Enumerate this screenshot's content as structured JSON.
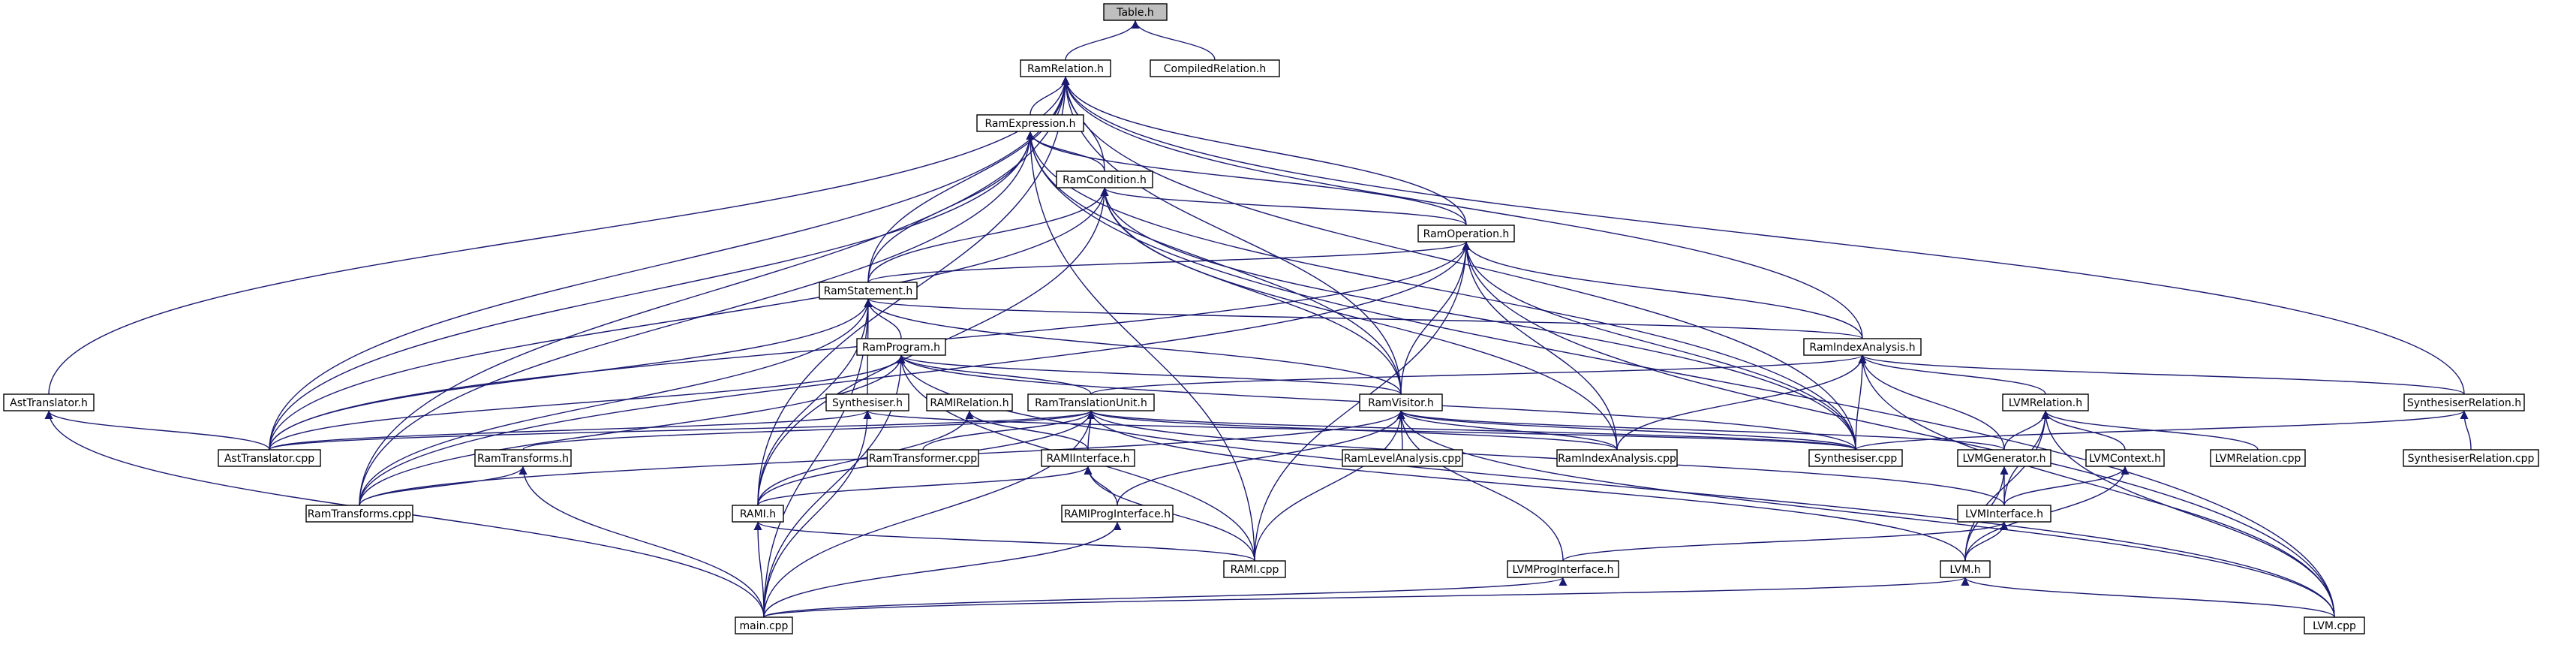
{
  "nodes": [
    {
      "id": "table_h",
      "label": "Table.h",
      "root": true
    },
    {
      "id": "compiledrelation_h",
      "label": "CompiledRelation.h"
    },
    {
      "id": "ramrelation_h",
      "label": "RamRelation.h"
    },
    {
      "id": "ramexpression_h",
      "label": "RamExpression.h"
    },
    {
      "id": "ramcondition_h",
      "label": "RamCondition.h"
    },
    {
      "id": "ramoperation_h",
      "label": "RamOperation.h"
    },
    {
      "id": "ramstatement_h",
      "label": "RamStatement.h"
    },
    {
      "id": "ramindexanalysis_h",
      "label": "RamIndexAnalysis.h"
    },
    {
      "id": "ramprogram_h",
      "label": "RamProgram.h"
    },
    {
      "id": "ramvisitor_h",
      "label": "RamVisitor.h"
    },
    {
      "id": "asttranslator_h",
      "label": "AstTranslator.h"
    },
    {
      "id": "synthesiser_h",
      "label": "Synthesiser.h"
    },
    {
      "id": "ramirelation_h",
      "label": "RAMIRelation.h"
    },
    {
      "id": "ramtranslationunit_h",
      "label": "RamTranslationUnit.h"
    },
    {
      "id": "lvmrelation_h",
      "label": "LVMRelation.h"
    },
    {
      "id": "synthesiserrelation_h",
      "label": "SynthesiserRelation.h"
    },
    {
      "id": "asttranslator_cpp",
      "label": "AstTranslator.cpp"
    },
    {
      "id": "ramtransforms_h",
      "label": "RamTransforms.h"
    },
    {
      "id": "ramtransformer_cpp",
      "label": "RamTransformer.cpp"
    },
    {
      "id": "ramiinterface_h",
      "label": "RAMIInterface.h"
    },
    {
      "id": "ramlevelanalysis_cpp",
      "label": "RamLevelAnalysis.cpp"
    },
    {
      "id": "ramindexanalysis_cpp",
      "label": "RamIndexAnalysis.cpp"
    },
    {
      "id": "synthesiser_cpp",
      "label": "Synthesiser.cpp"
    },
    {
      "id": "lvmgenerator_h",
      "label": "LVMGenerator.h"
    },
    {
      "id": "lvmcontext_h",
      "label": "LVMContext.h"
    },
    {
      "id": "lvmrelation_cpp",
      "label": "LVMRelation.cpp"
    },
    {
      "id": "synthesiserrelation_cpp",
      "label": "SynthesiserRelation.cpp"
    },
    {
      "id": "ramtransforms_cpp",
      "label": "RamTransforms.cpp"
    },
    {
      "id": "rami_h",
      "label": "RAMI.h"
    },
    {
      "id": "ramiproginterface_h",
      "label": "RAMIProgInterface.h"
    },
    {
      "id": "lvminterface_h",
      "label": "LVMInterface.h"
    },
    {
      "id": "rami_cpp",
      "label": "RAMI.cpp"
    },
    {
      "id": "lvmproginterface_h",
      "label": "LVMProgInterface.h"
    },
    {
      "id": "lvm_h",
      "label": "LVM.h"
    },
    {
      "id": "main_cpp",
      "label": "main.cpp"
    },
    {
      "id": "lvm_cpp",
      "label": "LVM.cpp"
    }
  ],
  "edges": [
    [
      "compiledrelation_h",
      "table_h"
    ],
    [
      "ramrelation_h",
      "table_h"
    ],
    [
      "ramexpression_h",
      "ramrelation_h"
    ],
    [
      "ramcondition_h",
      "ramrelation_h"
    ],
    [
      "ramoperation_h",
      "ramrelation_h"
    ],
    [
      "ramstatement_h",
      "ramrelation_h"
    ],
    [
      "ramindexanalysis_h",
      "ramrelation_h"
    ],
    [
      "ramvisitor_h",
      "ramrelation_h"
    ],
    [
      "asttranslator_h",
      "ramrelation_h"
    ],
    [
      "synthesiserrelation_h",
      "ramrelation_h"
    ],
    [
      "asttranslator_cpp",
      "ramrelation_h"
    ],
    [
      "ramtransforms_cpp",
      "ramrelation_h"
    ],
    [
      "rami_h",
      "ramrelation_h"
    ],
    [
      "synthesiser_cpp",
      "ramrelation_h"
    ],
    [
      "ramcondition_h",
      "ramexpression_h"
    ],
    [
      "ramoperation_h",
      "ramexpression_h"
    ],
    [
      "ramstatement_h",
      "ramexpression_h"
    ],
    [
      "ramvisitor_h",
      "ramexpression_h"
    ],
    [
      "asttranslator_cpp",
      "ramexpression_h"
    ],
    [
      "ramtransforms_cpp",
      "ramexpression_h"
    ],
    [
      "rami_cpp",
      "ramexpression_h"
    ],
    [
      "synthesiser_cpp",
      "ramexpression_h"
    ],
    [
      "lvm_cpp",
      "ramexpression_h"
    ],
    [
      "ramoperation_h",
      "ramcondition_h"
    ],
    [
      "ramstatement_h",
      "ramcondition_h"
    ],
    [
      "ramvisitor_h",
      "ramcondition_h"
    ],
    [
      "asttranslator_cpp",
      "ramcondition_h"
    ],
    [
      "rami_h",
      "ramcondition_h"
    ],
    [
      "ramindexanalysis_cpp",
      "ramcondition_h"
    ],
    [
      "synthesiser_cpp",
      "ramcondition_h"
    ],
    [
      "ramstatement_h",
      "ramoperation_h"
    ],
    [
      "ramindexanalysis_h",
      "ramoperation_h"
    ],
    [
      "ramvisitor_h",
      "ramoperation_h"
    ],
    [
      "asttranslator_cpp",
      "ramoperation_h"
    ],
    [
      "ramtransforms_cpp",
      "ramoperation_h"
    ],
    [
      "rami_cpp",
      "ramoperation_h"
    ],
    [
      "ramindexanalysis_cpp",
      "ramoperation_h"
    ],
    [
      "synthesiser_cpp",
      "ramoperation_h"
    ],
    [
      "lvm_cpp",
      "ramoperation_h"
    ],
    [
      "ramprogram_h",
      "ramstatement_h"
    ],
    [
      "ramindexanalysis_h",
      "ramstatement_h"
    ],
    [
      "synthesiser_h",
      "ramstatement_h"
    ],
    [
      "ramvisitor_h",
      "ramstatement_h"
    ],
    [
      "asttranslator_cpp",
      "ramstatement_h"
    ],
    [
      "ramtransforms_cpp",
      "ramstatement_h"
    ],
    [
      "rami_h",
      "ramstatement_h"
    ],
    [
      "main_cpp",
      "ramstatement_h"
    ],
    [
      "ramtranslationunit_h",
      "ramindexanalysis_h"
    ],
    [
      "lvmrelation_h",
      "ramindexanalysis_h"
    ],
    [
      "synthesiserrelation_h",
      "ramindexanalysis_h"
    ],
    [
      "ramindexanalysis_cpp",
      "ramindexanalysis_h"
    ],
    [
      "synthesiser_cpp",
      "ramindexanalysis_h"
    ],
    [
      "lvmgenerator_h",
      "ramindexanalysis_h"
    ],
    [
      "lvm_cpp",
      "ramindexanalysis_h"
    ],
    [
      "ramtranslationunit_h",
      "ramprogram_h"
    ],
    [
      "ramvisitor_h",
      "ramprogram_h"
    ],
    [
      "asttranslator_cpp",
      "ramprogram_h"
    ],
    [
      "ramtransforms_cpp",
      "ramprogram_h"
    ],
    [
      "rami_cpp",
      "ramprogram_h"
    ],
    [
      "synthesiser_cpp",
      "ramprogram_h"
    ],
    [
      "lvm_cpp",
      "ramprogram_h"
    ],
    [
      "main_cpp",
      "ramprogram_h"
    ],
    [
      "ramlevelanalysis_cpp",
      "ramvisitor_h"
    ],
    [
      "ramindexanalysis_cpp",
      "ramvisitor_h"
    ],
    [
      "synthesiser_cpp",
      "ramvisitor_h"
    ],
    [
      "lvmgenerator_h",
      "ramvisitor_h"
    ],
    [
      "ramiproginterface_h",
      "ramvisitor_h"
    ],
    [
      "lvmproginterface_h",
      "ramvisitor_h"
    ],
    [
      "rami_cpp",
      "ramvisitor_h"
    ],
    [
      "lvm_cpp",
      "ramvisitor_h"
    ],
    [
      "ramtransforms_cpp",
      "ramvisitor_h"
    ],
    [
      "asttranslator_cpp",
      "asttranslator_h"
    ],
    [
      "main_cpp",
      "asttranslator_h"
    ],
    [
      "asttranslator_cpp",
      "synthesiser_h"
    ],
    [
      "synthesiser_cpp",
      "synthesiser_h"
    ],
    [
      "main_cpp",
      "synthesiser_h"
    ],
    [
      "rami_h",
      "ramirelation_h"
    ],
    [
      "ramiinterface_h",
      "ramirelation_h"
    ],
    [
      "asttranslator_cpp",
      "ramtranslationunit_h"
    ],
    [
      "ramtransforms_h",
      "ramtranslationunit_h"
    ],
    [
      "ramtransformer_cpp",
      "ramtranslationunit_h"
    ],
    [
      "ramiinterface_h",
      "ramtranslationunit_h"
    ],
    [
      "rami_h",
      "ramtranslationunit_h"
    ],
    [
      "synthesiser_cpp",
      "ramtranslationunit_h"
    ],
    [
      "lvminterface_h",
      "ramtranslationunit_h"
    ],
    [
      "lvm_h",
      "ramtranslationunit_h"
    ],
    [
      "main_cpp",
      "ramtranslationunit_h"
    ],
    [
      "ramindexanalysis_cpp",
      "ramtranslationunit_h"
    ],
    [
      "lvmgenerator_h",
      "lvmrelation_h"
    ],
    [
      "lvmcontext_h",
      "lvmrelation_h"
    ],
    [
      "lvmrelation_cpp",
      "lvmrelation_h"
    ],
    [
      "lvminterface_h",
      "lvmrelation_h"
    ],
    [
      "lvm_h",
      "lvmrelation_h"
    ],
    [
      "lvm_cpp",
      "lvmrelation_h"
    ],
    [
      "synthesiserrelation_cpp",
      "synthesiserrelation_h"
    ],
    [
      "synthesiser_cpp",
      "synthesiserrelation_h"
    ],
    [
      "ramtransforms_cpp",
      "ramtransforms_h"
    ],
    [
      "main_cpp",
      "ramtransforms_h"
    ],
    [
      "rami_h",
      "ramiinterface_h"
    ],
    [
      "ramiproginterface_h",
      "ramiinterface_h"
    ],
    [
      "rami_cpp",
      "ramiinterface_h"
    ],
    [
      "lvminterface_h",
      "lvmgenerator_h"
    ],
    [
      "lvm_h",
      "lvmgenerator_h"
    ],
    [
      "lvminterface_h",
      "lvmcontext_h"
    ],
    [
      "lvm_h",
      "lvmcontext_h"
    ],
    [
      "main_cpp",
      "rami_h"
    ],
    [
      "rami_cpp",
      "rami_h"
    ],
    [
      "main_cpp",
      "ramiproginterface_h"
    ],
    [
      "lvmproginterface_h",
      "lvminterface_h"
    ],
    [
      "lvm_h",
      "lvminterface_h"
    ],
    [
      "main_cpp",
      "lvmproginterface_h"
    ],
    [
      "main_cpp",
      "lvm_h"
    ],
    [
      "lvm_cpp",
      "lvm_h"
    ]
  ]
}
